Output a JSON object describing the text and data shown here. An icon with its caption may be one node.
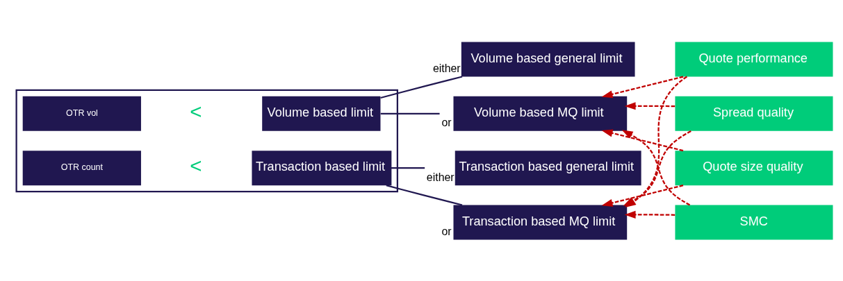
{
  "diagram": {
    "nodes": [
      {
        "text": [],
        "shape": "box"
      },
      {
        "text": [
          "OTR vol"
        ],
        "in": 0
      },
      {
        "text": [
          "Volume based limit"
        ],
        "in": 0
      },
      {
        "text": [
          "OTR count"
        ],
        "in": 0
      },
      {
        "text": [
          "Transaction based limit"
        ],
        "in": 0
      },
      {
        "text": [
          "Volume based general limit"
        ],
        "beside": [
          "either"
        ]
      },
      {
        "text": [
          "Volume based MQ limit"
        ],
        "beside": [
          "or"
        ]
      },
      {
        "text": [
          "Transaction based general limit"
        ],
        "beside": [
          "either"
        ]
      },
      {
        "text": [
          "Transaction based MQ limit"
        ],
        "beside": [
          "or"
        ]
      },
      {
        "text": [
          "Quote performance"
        ]
      },
      {
        "text": [
          "Spread quality"
        ]
      },
      {
        "text": [
          "Quote size quality"
        ]
      },
      {
        "text": [
          "SMC"
        ]
      }
    ],
    "edges": [
      {
        "from": 2,
        "to": 5,
        "arrow": "none",
        "color": "#201750"
      },
      {
        "from": 2,
        "to": 6,
        "arrow": "none",
        "color": "#201750"
      },
      {
        "from": 4,
        "to": 7,
        "arrow": "none",
        "color": "#201750"
      },
      {
        "from": 4,
        "to": 8,
        "arrow": "none",
        "color": "#201750"
      },
      {
        "from": 9,
        "to": 6,
        "arrow": "to",
        "style": "dashed"
      },
      {
        "from": 10,
        "to": 6,
        "arrow": "to",
        "style": "dashed"
      },
      {
        "from": 11,
        "to": 6,
        "arrow": "to",
        "style": "dashed"
      },
      {
        "from": 12,
        "to": 6,
        "arrow": "to",
        "style": "dashed"
      },
      {
        "from": 9,
        "to": 8,
        "arrow": "to",
        "style": "dashed"
      },
      {
        "from": 10,
        "to": 8,
        "arrow": "to",
        "style": "dashed"
      },
      {
        "from": 11,
        "to": 8,
        "arrow": "to",
        "style": "dashed"
      },
      {
        "from": 12,
        "to": 8,
        "arrow": "to",
        "style": "dashed"
      }
    ],
    "labels": [
      "<",
      "<"
    ]
  }
}
